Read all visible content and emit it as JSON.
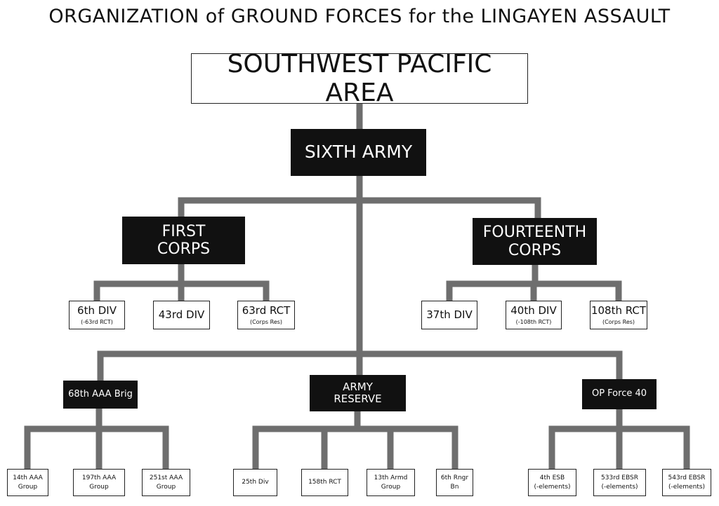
{
  "title": "ORGANIZATION of GROUND FORCES for the LINGAYEN ASSAULT",
  "line_color": "#6e6e6e",
  "root": {
    "label": "SOUTHWEST PACIFIC AREA"
  },
  "army": {
    "label": "SIXTH ARMY"
  },
  "first_corps": {
    "line1": "FIRST",
    "line2": "CORPS",
    "units": [
      {
        "line1": "6th DIV",
        "line2": "(-63rd RCT)"
      },
      {
        "line1": "43rd DIV",
        "line2": ""
      },
      {
        "line1": "63rd RCT",
        "line2": "(Corps Res)"
      }
    ]
  },
  "fourteenth_corps": {
    "line1": "FOURTEENTH",
    "line2": "CORPS",
    "units": [
      {
        "line1": "37th DIV",
        "line2": ""
      },
      {
        "line1": "40th DIV",
        "line2": "(-108th RCT)"
      },
      {
        "line1": "108th RCT",
        "line2": "(Corps Res)"
      }
    ]
  },
  "aaa_brigade": {
    "label": "68th AAA Brig",
    "units": [
      {
        "line1": "14th AAA",
        "line2": "Group"
      },
      {
        "line1": "197th AAA",
        "line2": "Group"
      },
      {
        "line1": "251st AAA",
        "line2": "Group"
      }
    ]
  },
  "army_reserve": {
    "line1": "ARMY",
    "line2": "RESERVE",
    "units": [
      {
        "line1": "25th Div",
        "line2": ""
      },
      {
        "line1": "158th RCT",
        "line2": ""
      },
      {
        "line1": "13th Armd",
        "line2": "Group"
      },
      {
        "line1": "6th Rngr",
        "line2": "Bn"
      }
    ]
  },
  "op_force": {
    "label": "OP Force 40",
    "units": [
      {
        "line1": "4th ESB",
        "line2": "(-elements)"
      },
      {
        "line1": "533rd EBSR",
        "line2": "(-elements)"
      },
      {
        "line1": "543rd EBSR",
        "line2": "(-elements)"
      }
    ]
  }
}
